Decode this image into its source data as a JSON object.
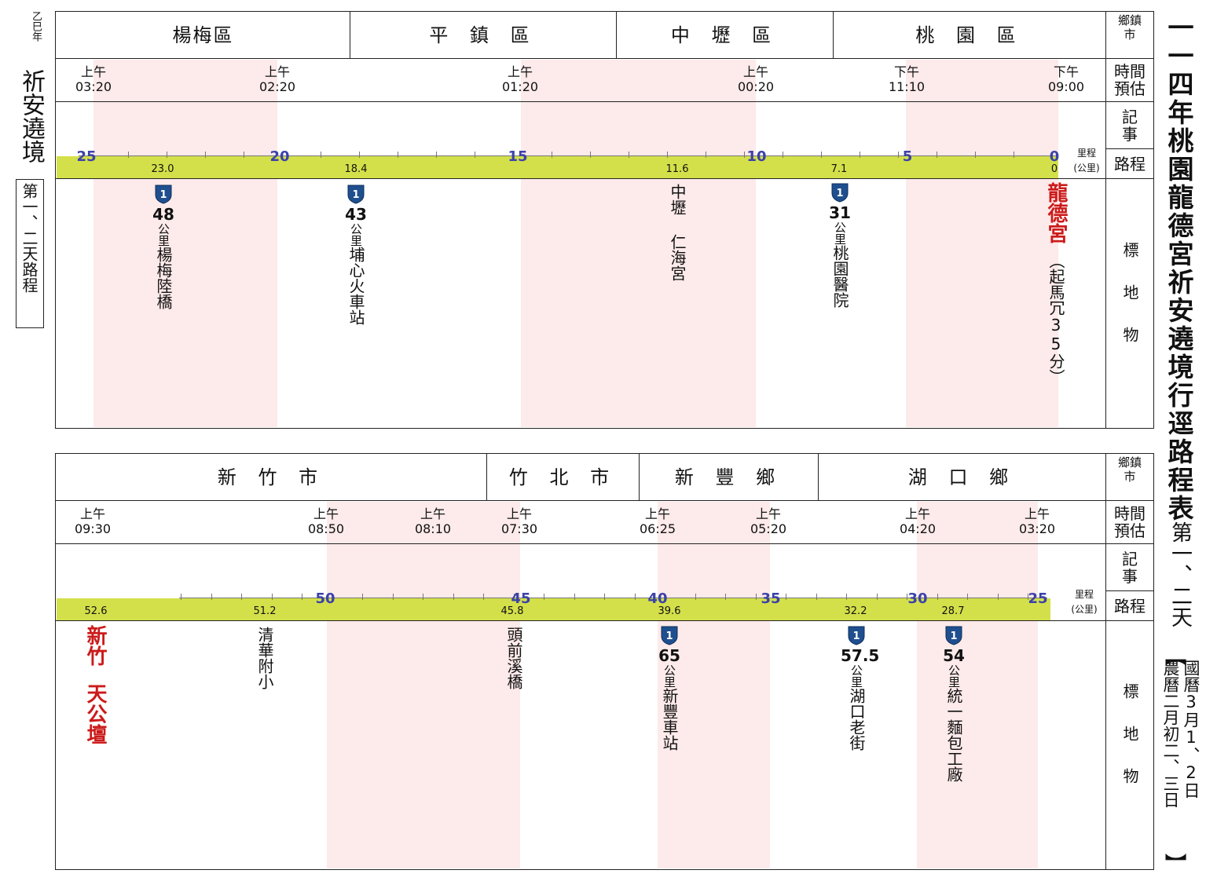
{
  "left_margin": {
    "year": "乙巳年",
    "title": "祈安遶境",
    "subtitle": "第一、二天路程"
  },
  "right_title": {
    "main": "一一四年桃園龍德宮祈安遶境行逕路程表",
    "day": "第一、二天",
    "bracket_open": "【",
    "bracket_close": "】",
    "date_gregorian": "國曆3月1、2日",
    "date_lunar": "農曆二月初二、三日"
  },
  "row_labels": {
    "district": "鄉鎮市",
    "time": "時間預估",
    "notes": "記事",
    "route": "路程",
    "landmark": "標地物",
    "unit_1": "里程",
    "unit_2": "(公里)"
  },
  "panel1": {
    "districts": [
      "楊梅區",
      "平 鎮 區",
      "中 壢 區",
      "桃 園 區"
    ],
    "times": [
      {
        "label": "上午",
        "value": "03:20"
      },
      {
        "label": "上午",
        "value": "02:20"
      },
      {
        "label": "上午",
        "value": "01:20"
      },
      {
        "label": "上午",
        "value": "00:20"
      },
      {
        "label": "下午",
        "value": "11:10"
      },
      {
        "label": "下午",
        "value": "09:00"
      }
    ],
    "km_marks": [
      "25",
      "20",
      "15",
      "10",
      "5",
      "0"
    ],
    "bar_values": [
      "23.0",
      "18.4",
      "11.6",
      "7.1",
      "0"
    ],
    "landmarks": [
      {
        "num": "48",
        "unit": "公里",
        "name": "楊梅陸橋"
      },
      {
        "num": "43",
        "unit": "公里",
        "name": "埔心火車站"
      },
      {
        "num": "",
        "unit": "",
        "name": "中壢 仁海宮"
      },
      {
        "num": "31",
        "unit": "公里",
        "name": "桃園醫院"
      },
      {
        "num": "",
        "unit": "",
        "name": "龍德宮",
        "note": "︵起馬冗35分︶"
      }
    ]
  },
  "panel2": {
    "districts": [
      "新 竹 市",
      "竹 北 市",
      "新 豐 鄉",
      "湖 口 鄉"
    ],
    "times": [
      {
        "label": "上午",
        "value": "09:30"
      },
      {
        "label": "上午",
        "value": "08:50"
      },
      {
        "label": "上午",
        "value": "08:10"
      },
      {
        "label": "上午",
        "value": "07:30"
      },
      {
        "label": "上午",
        "value": "06:25"
      },
      {
        "label": "上午",
        "value": "05:20"
      },
      {
        "label": "上午",
        "value": "04:20"
      },
      {
        "label": "上午",
        "value": "03:20"
      }
    ],
    "km_marks": [
      "50",
      "45",
      "40",
      "35",
      "30",
      "25"
    ],
    "bar_values": [
      "52.6",
      "51.2",
      "45.8",
      "39.6",
      "32.2",
      "28.7"
    ],
    "landmarks": [
      {
        "name1": "新竹",
        "name2": "天公壇"
      },
      {
        "num": "",
        "unit": "",
        "name": "清華附小"
      },
      {
        "num": "",
        "unit": "",
        "name": "頭前溪橋"
      },
      {
        "num": "65",
        "unit": "公里",
        "name": "新豐車站"
      },
      {
        "num": "57.5",
        "unit": "公里",
        "name": "湖口老街"
      },
      {
        "num": "54",
        "unit": "公里",
        "name": "統一麵包工廠"
      }
    ]
  },
  "colors": {
    "band": "#fdeaea",
    "bar": "#d3e04a",
    "km_text": "#3b42a8",
    "highlight_red": "#cc1a1a",
    "shield": "#1f4f8f"
  },
  "icons": {
    "freeway_shield": "freeway-shield-icon"
  }
}
